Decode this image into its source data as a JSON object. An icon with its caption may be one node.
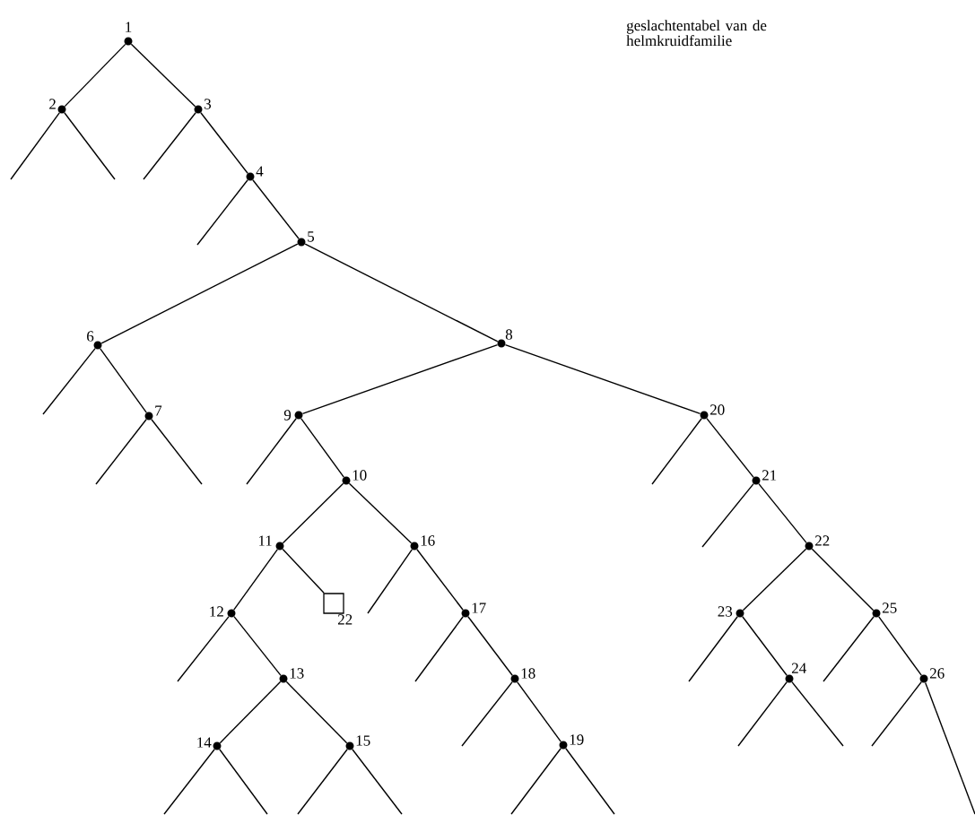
{
  "diagram": {
    "title": "geslachtentabel van de helmkruidfamilie",
    "nodes": [
      {
        "text": [],
        "shape": "circle",
        "beside": [
          "1"
        ]
      },
      {
        "text": [],
        "shape": "circle",
        "beside": [
          "2"
        ]
      },
      {
        "text": [],
        "shape": "circle",
        "beside": [
          "3"
        ]
      },
      {
        "text": [],
        "shape": "circle",
        "beside": [
          "4"
        ]
      },
      {
        "text": [],
        "shape": "circle",
        "beside": [
          "5"
        ]
      },
      {
        "text": [],
        "shape": "circle",
        "beside": [
          "6"
        ]
      },
      {
        "text": [],
        "shape": "circle",
        "beside": [
          "7"
        ]
      },
      {
        "text": [],
        "shape": "circle",
        "beside": [
          "8"
        ]
      },
      {
        "text": [],
        "shape": "circle",
        "beside": [
          "9"
        ]
      },
      {
        "text": [],
        "shape": "circle",
        "beside": [
          "10"
        ]
      },
      {
        "text": [],
        "shape": "circle",
        "beside": [
          "11"
        ]
      },
      {
        "text": [],
        "shape": "circle",
        "beside": [
          "12"
        ]
      },
      {
        "text": [],
        "shape": "circle",
        "beside": [
          "13"
        ]
      },
      {
        "text": [],
        "shape": "circle",
        "beside": [
          "14"
        ]
      },
      {
        "text": [],
        "shape": "circle",
        "beside": [
          "15"
        ]
      },
      {
        "text": [],
        "shape": "circle",
        "beside": [
          "16"
        ]
      },
      {
        "text": [],
        "shape": "circle",
        "beside": [
          "17"
        ]
      },
      {
        "text": [],
        "shape": "circle",
        "beside": [
          "18"
        ]
      },
      {
        "text": [],
        "shape": "circle",
        "beside": [
          "19"
        ]
      },
      {
        "text": [],
        "shape": "circle",
        "beside": [
          "20"
        ]
      },
      {
        "text": [],
        "shape": "circle",
        "beside": [
          "21"
        ]
      },
      {
        "text": [],
        "shape": "circle",
        "beside": [
          "22"
        ]
      },
      {
        "text": [],
        "shape": "circle",
        "beside": [
          "23"
        ]
      },
      {
        "text": [],
        "shape": "circle",
        "beside": [
          "24"
        ]
      },
      {
        "text": [],
        "shape": "circle",
        "beside": [
          "25"
        ]
      },
      {
        "text": [],
        "shape": "circle",
        "beside": [
          "26"
        ]
      },
      {
        "text": [],
        "shape": "box",
        "beside": [
          "22"
        ]
      }
    ],
    "edges": [
      {
        "from": 0,
        "to": 1,
        "arrow": "none"
      },
      {
        "from": 0,
        "to": 2,
        "arrow": "none"
      },
      {
        "from": 1,
        "to": null,
        "arrow": "none"
      },
      {
        "from": 1,
        "to": null,
        "arrow": "none"
      },
      {
        "from": 2,
        "to": null,
        "arrow": "none"
      },
      {
        "from": 2,
        "to": 3,
        "arrow": "none"
      },
      {
        "from": 3,
        "to": null,
        "arrow": "none"
      },
      {
        "from": 3,
        "to": 4,
        "arrow": "none"
      },
      {
        "from": 4,
        "to": 5,
        "arrow": "none"
      },
      {
        "from": 4,
        "to": 7,
        "arrow": "none"
      },
      {
        "from": 5,
        "to": null,
        "arrow": "none"
      },
      {
        "from": 5,
        "to": 6,
        "arrow": "none"
      },
      {
        "from": 6,
        "to": null,
        "arrow": "none"
      },
      {
        "from": 6,
        "to": null,
        "arrow": "none"
      },
      {
        "from": 7,
        "to": 8,
        "arrow": "none"
      },
      {
        "from": 7,
        "to": 19,
        "arrow": "none"
      },
      {
        "from": 8,
        "to": null,
        "arrow": "none"
      },
      {
        "from": 8,
        "to": 9,
        "arrow": "none"
      },
      {
        "from": 9,
        "to": 10,
        "arrow": "none"
      },
      {
        "from": 9,
        "to": 15,
        "arrow": "none"
      },
      {
        "from": 10,
        "to": 11,
        "arrow": "none"
      },
      {
        "from": 10,
        "to": 26,
        "arrow": "none"
      },
      {
        "from": 11,
        "to": null,
        "arrow": "none"
      },
      {
        "from": 11,
        "to": 12,
        "arrow": "none"
      },
      {
        "from": 12,
        "to": 13,
        "arrow": "none"
      },
      {
        "from": 12,
        "to": 14,
        "arrow": "none"
      },
      {
        "from": 13,
        "to": null,
        "arrow": "none"
      },
      {
        "from": 13,
        "to": null,
        "arrow": "none"
      },
      {
        "from": 14,
        "to": null,
        "arrow": "none"
      },
      {
        "from": 14,
        "to": null,
        "arrow": "none"
      },
      {
        "from": 15,
        "to": null,
        "arrow": "none"
      },
      {
        "from": 15,
        "to": 16,
        "arrow": "none"
      },
      {
        "from": 16,
        "to": null,
        "arrow": "none"
      },
      {
        "from": 16,
        "to": 17,
        "arrow": "none"
      },
      {
        "from": 17,
        "to": null,
        "arrow": "none"
      },
      {
        "from": 17,
        "to": 18,
        "arrow": "none"
      },
      {
        "from": 18,
        "to": null,
        "arrow": "none"
      },
      {
        "from": 18,
        "to": null,
        "arrow": "none"
      },
      {
        "from": 19,
        "to": null,
        "arrow": "none"
      },
      {
        "from": 19,
        "to": 20,
        "arrow": "none"
      },
      {
        "from": 20,
        "to": null,
        "arrow": "none"
      },
      {
        "from": 20,
        "to": 21,
        "arrow": "none"
      },
      {
        "from": 21,
        "to": 22,
        "arrow": "none"
      },
      {
        "from": 21,
        "to": 24,
        "arrow": "none"
      },
      {
        "from": 22,
        "to": null,
        "arrow": "none"
      },
      {
        "from": 22,
        "to": 23,
        "arrow": "none"
      },
      {
        "from": 23,
        "to": null,
        "arrow": "none"
      },
      {
        "from": 23,
        "to": null,
        "arrow": "none"
      },
      {
        "from": 24,
        "to": null,
        "arrow": "none"
      },
      {
        "from": 24,
        "to": 25,
        "arrow": "none"
      },
      {
        "from": 25,
        "to": null,
        "arrow": "none"
      },
      {
        "from": 25,
        "to": null,
        "arrow": "none"
      }
    ]
  }
}
